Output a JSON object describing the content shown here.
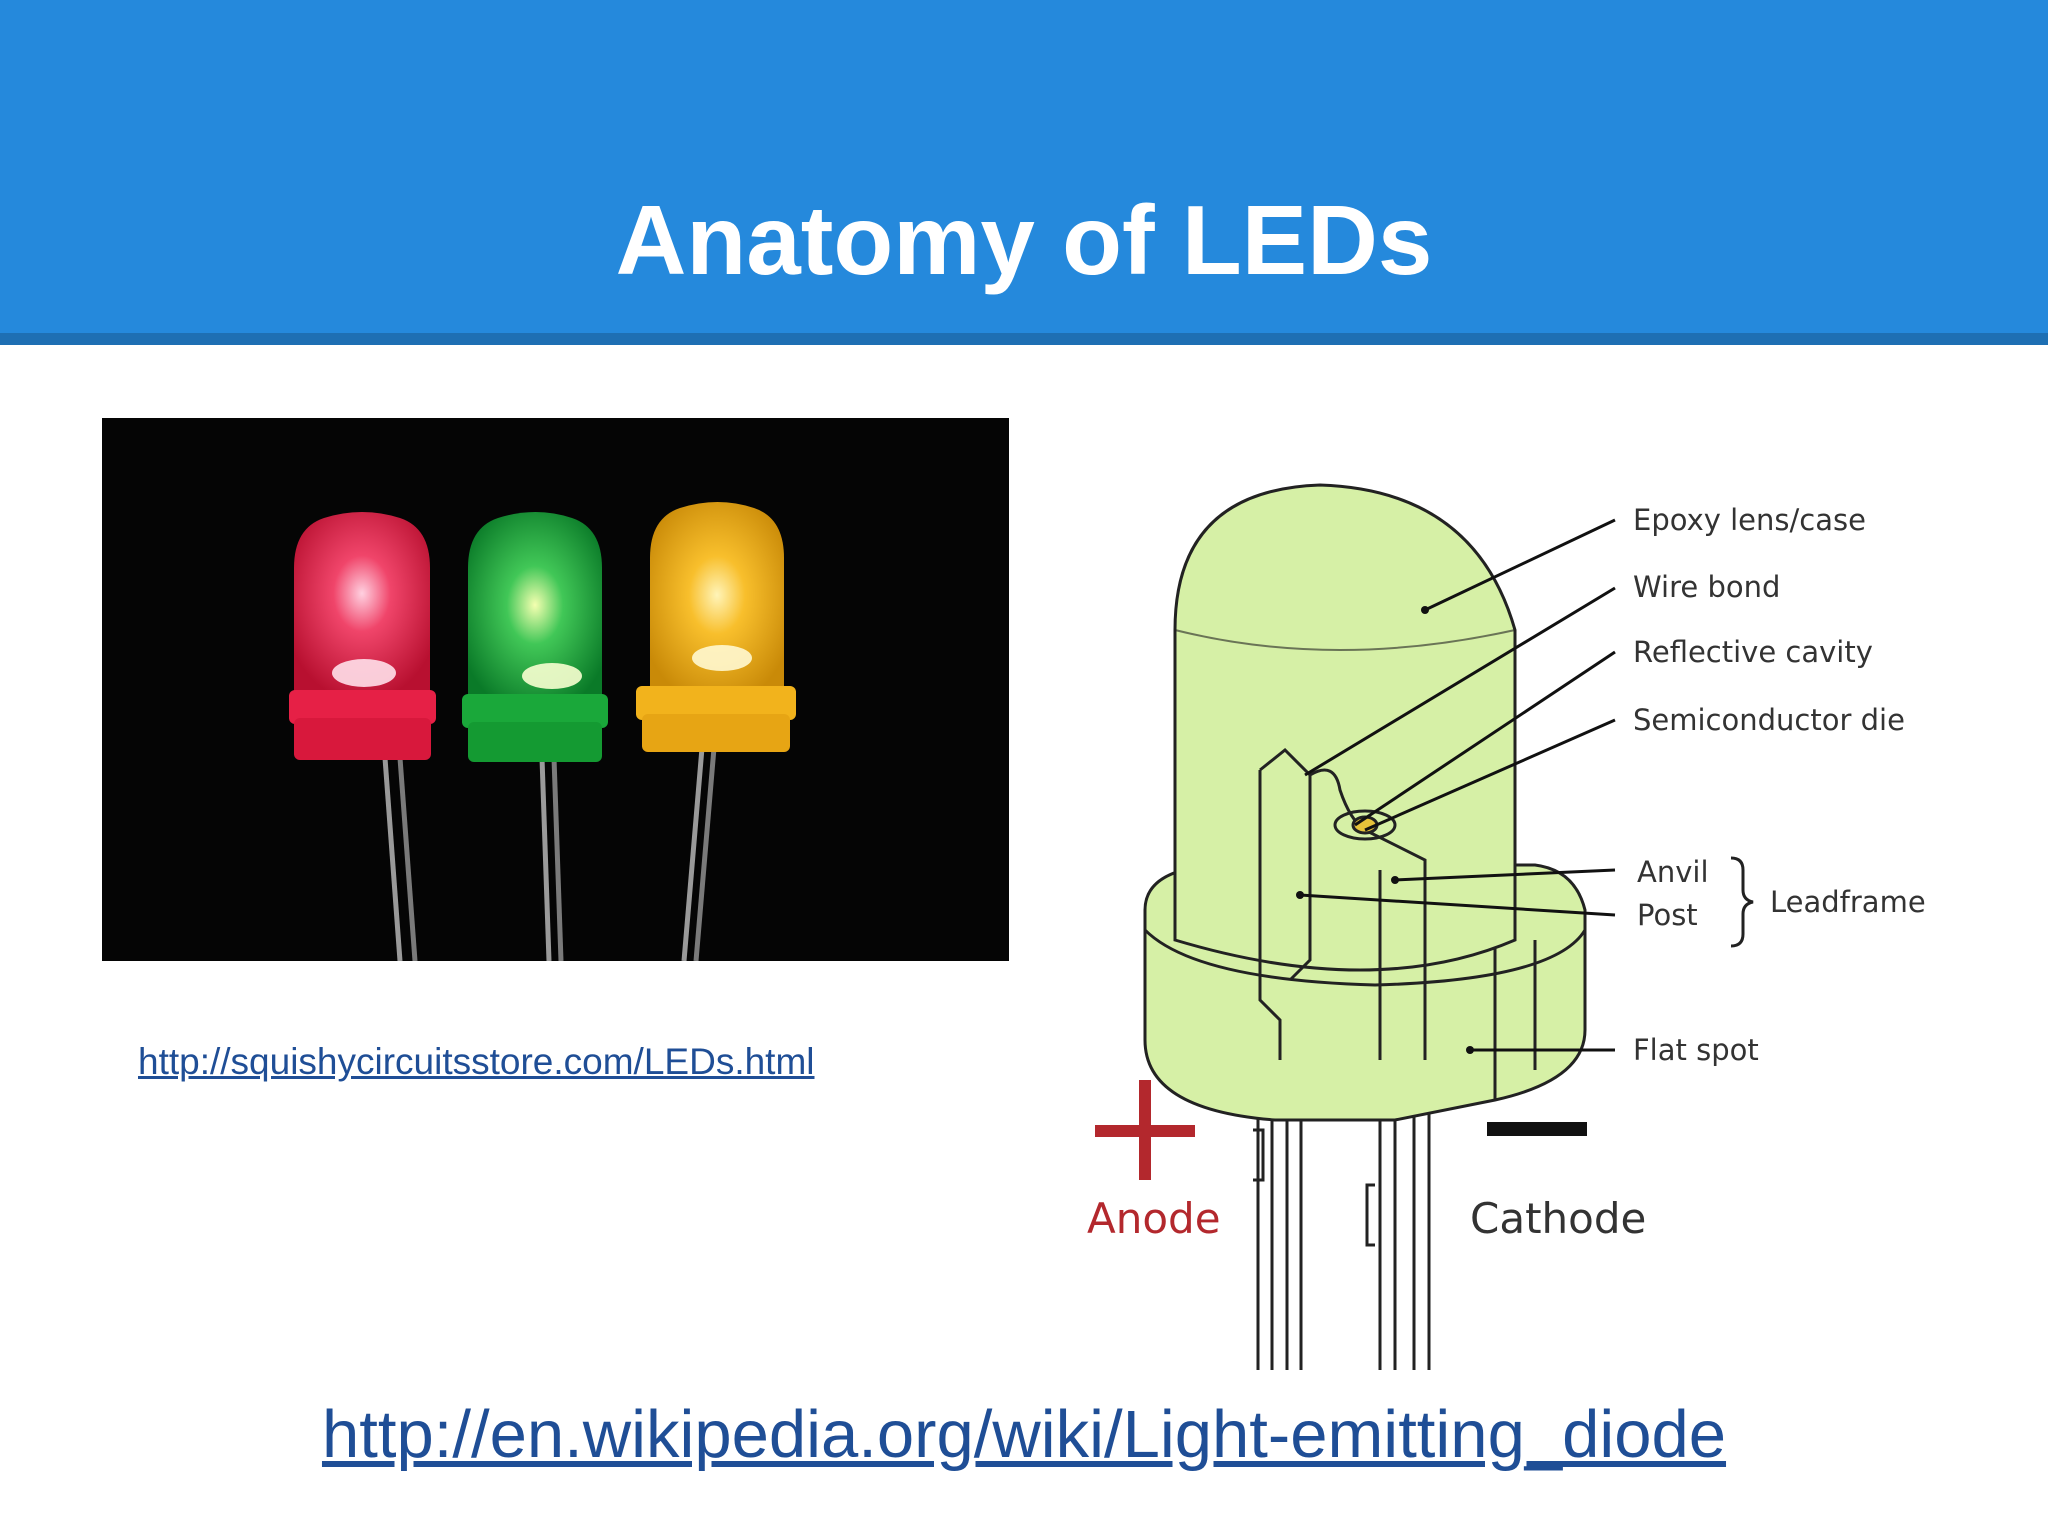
{
  "slide": {
    "title": "Anatomy of LEDs",
    "accent_color": "#2589dc"
  },
  "photo": {
    "description_icon": "led-photo",
    "leds": [
      {
        "color_name": "red",
        "color": "#e8223f"
      },
      {
        "color_name": "green",
        "color": "#19b13c"
      },
      {
        "color_name": "yellow",
        "color": "#f2b31c"
      }
    ]
  },
  "links": {
    "photo_source": "http://squishycircuitsstore.com/LEDs.html",
    "wikipedia": "http://en.wikipedia.org/wiki/Light-emitting_diode"
  },
  "diagram": {
    "labels": {
      "epoxy": "Epoxy lens/case",
      "wire_bond": "Wire bond",
      "reflective_cavity": "Reflective cavity",
      "semiconductor_die": "Semiconductor die",
      "anvil": "Anvil",
      "post": "Post",
      "leadframe": "Leadframe",
      "flat_spot": "Flat spot",
      "anode": "Anode",
      "cathode": "Cathode",
      "plus": "+",
      "minus": "−"
    },
    "body_color": "#d6f0a6",
    "anode_color": "#b3282d"
  }
}
